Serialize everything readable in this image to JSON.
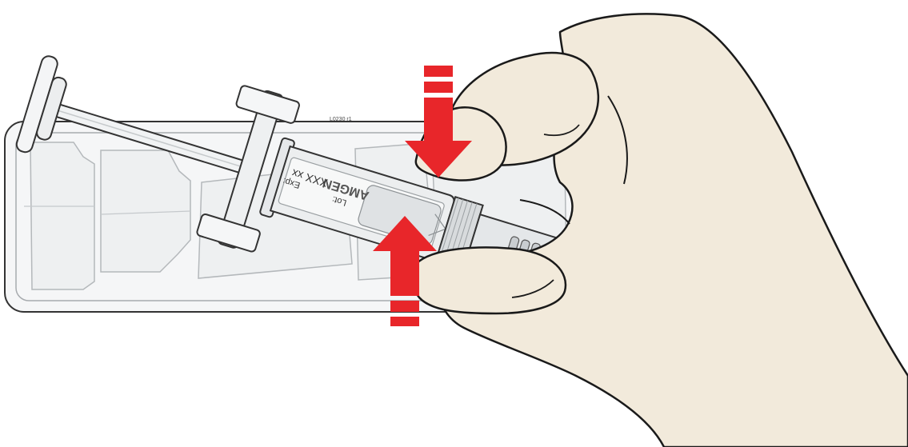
{
  "figure_code": "L0230 r1",
  "syringe_label": {
    "brand": "AMGEN",
    "lot_label": "Lot:",
    "exp_label": "Exp:",
    "code_placeholder": "XXX xx"
  },
  "colors": {
    "arrow": "#e8262a",
    "skin": "#f2eadb",
    "outline": "#1a1a1a",
    "tray": "#f5f6f7",
    "syringe_body": "#e9ebec",
    "grip": "#c9cdd0"
  },
  "icons": {
    "squeeze_top": "arrow-down-icon",
    "squeeze_bottom": "arrow-up-icon",
    "hand": "hand-icon"
  }
}
